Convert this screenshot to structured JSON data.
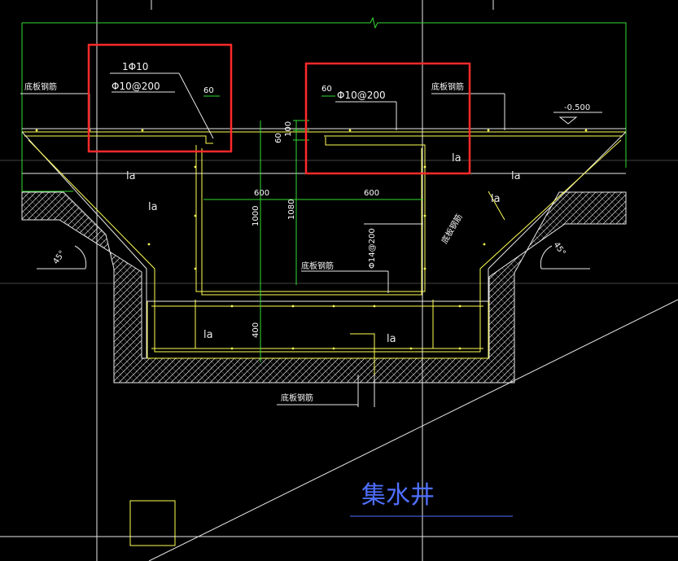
{
  "drawing": {
    "title": "集水井",
    "labels": {
      "bottom_rebar": "底板钢筋",
      "la": "la",
      "rebar_1phi10": "1Φ10",
      "rebar_phi10_200": "Φ10@200",
      "rebar_phi14_200": "Φ14@200",
      "elevation": "-0.500",
      "angle_45": "45°"
    },
    "dimensions": {
      "d60": "60",
      "d100": "100",
      "d600": "600",
      "d1000": "1000",
      "d1080": "1080",
      "d400": "400"
    }
  },
  "colors": {
    "background": "#000000",
    "rebar": "#ffff55",
    "dimension": "#33dd33",
    "outline": "#e8e8e8",
    "highlight": "#ff2a2a",
    "title": "#4f6fff"
  }
}
